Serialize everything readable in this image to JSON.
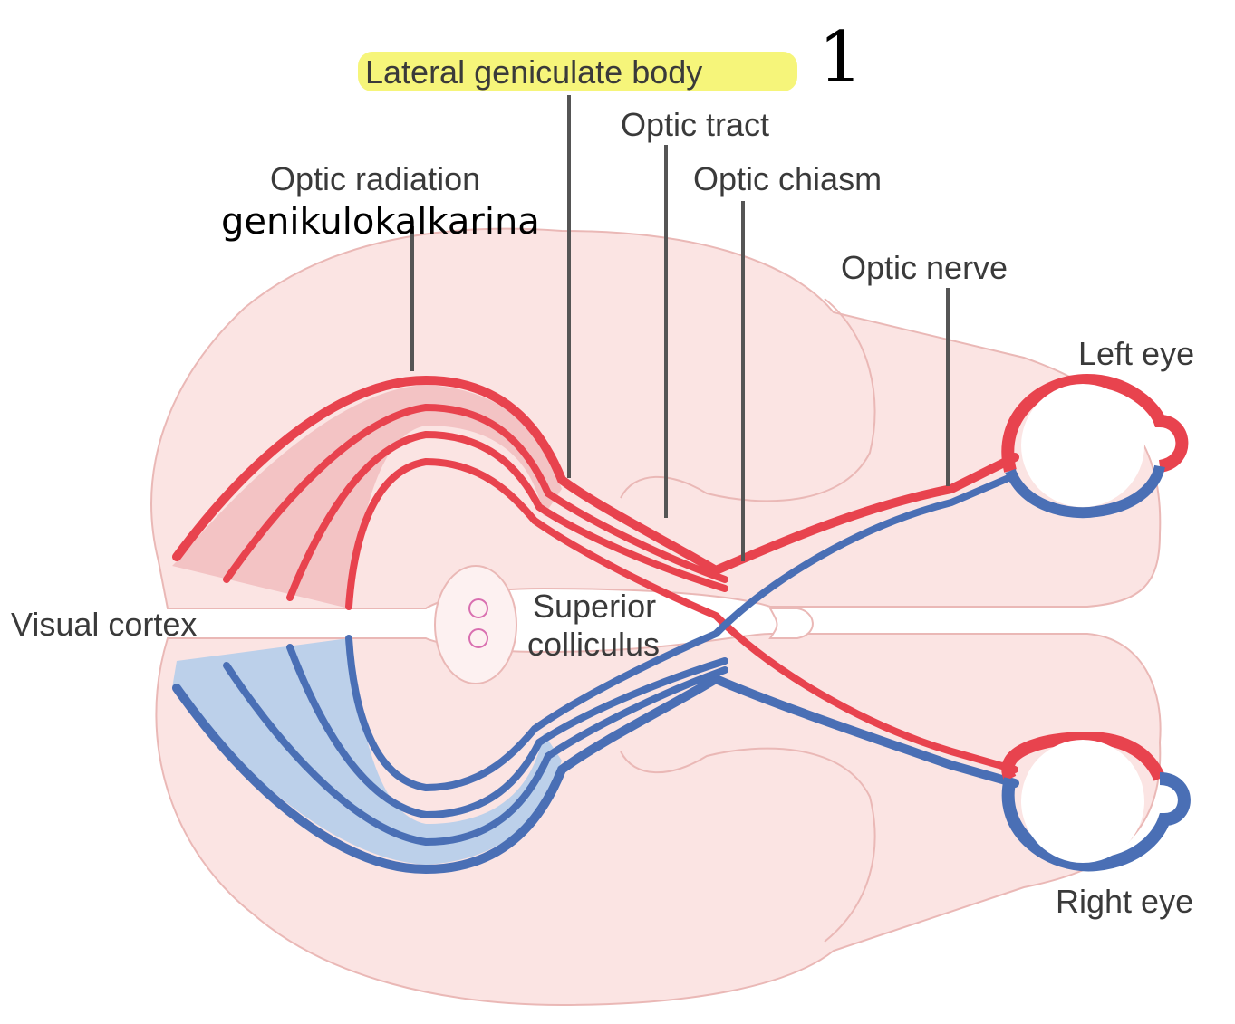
{
  "labels": {
    "lateral_geniculate_body": "Lateral geniculate body",
    "annotation_number": "1",
    "optic_tract": "Optic tract",
    "optic_radiation": "Optic radiation",
    "optic_radiation_note": "genikulokalkarina",
    "optic_chiasm": "Optic chiasm",
    "optic_nerve": "Optic nerve",
    "left_eye": "Left eye",
    "visual_cortex": "Visual cortex",
    "superior_colliculus_line1": "Superior",
    "superior_colliculus_line2": "colliculus",
    "right_eye": "Right eye"
  },
  "colors": {
    "brain_fill": "#fbe4e3",
    "brain_outline": "#eab8b6",
    "left_pathway": "#e8434e",
    "right_pathway": "#4a6fb5",
    "left_fan_fill": "#f3c3c4",
    "right_fan_fill": "#bcd0ea",
    "highlight": "#f6f57a",
    "leader": "#555555"
  }
}
